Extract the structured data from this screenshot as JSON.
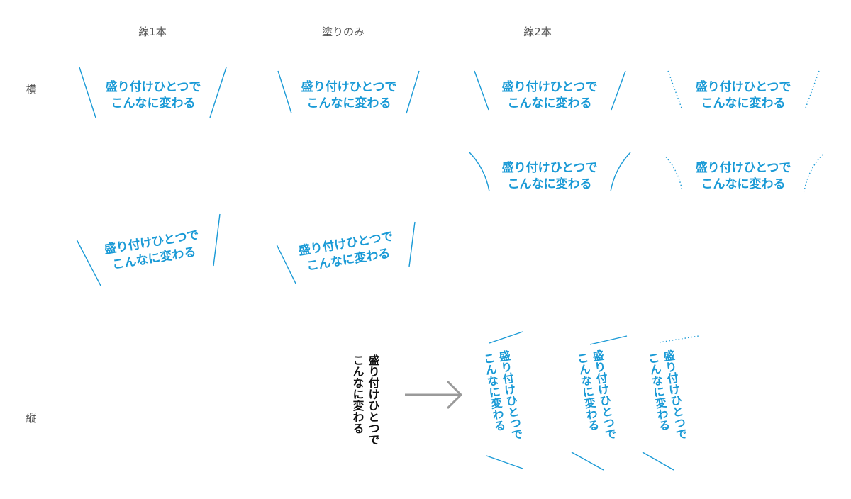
{
  "headers": {
    "col1": "線1本",
    "col2": "塗りのみ",
    "col3": "線2本",
    "row_horizontal": "横",
    "row_vertical": "縦"
  },
  "text": {
    "line1": "盛り付けひとつで",
    "line2": "こんなに変わる"
  },
  "colors": {
    "accent": "#1a9ad6",
    "source_text": "#111111",
    "arrow": "#9a9a9a"
  }
}
